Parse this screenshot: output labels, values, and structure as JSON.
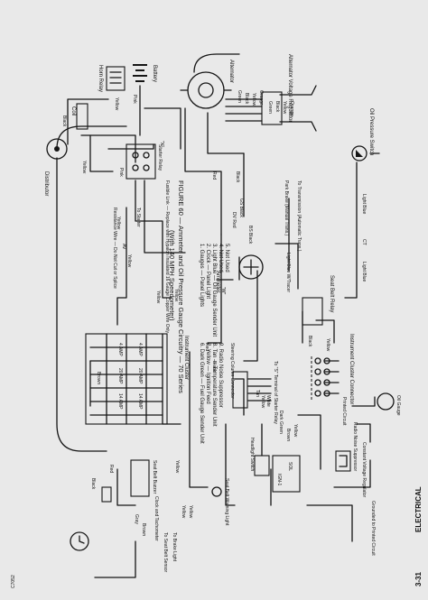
{
  "header": {
    "page_number": "3-31",
    "section": "ELECTRICAL"
  },
  "figure": {
    "title": "FIGURE 60 — Ammeter and Oil Pressure Gauge Circuitry — 70 Series",
    "subtitle": "(With 140 MPH Speedometer)"
  },
  "legend": [
    "1. Gauges — Panel Lights",
    "2. Clock — Panel Light",
    "3. Light Blue — Oil Gauge Sender Unit",
    "4. Not Used",
    "5. Not Used",
    "6. Dark Green — Fuel Gauge Sender Unit",
    "7. Yellow — Ignition Feed",
    "8. Tan — Temperature Sender Unit",
    "9. Radio Noise Suppressor"
  ],
  "components": {
    "distributor": "Distributor",
    "coil": "Coil",
    "horn_relay": "Horn Relay",
    "battery": "Battery",
    "starter_relay": "Starter Relay",
    "alternator": "Alternator",
    "regulator": "Alternator Voltage Regulator",
    "oil_switch": "Oil Pressure Switch",
    "fusible_link": "Fusible Link — Replace with Hypalon Insulated 16 Gauge Copper Wire Only",
    "to_starter": "To Starter",
    "resistance_wire": "Resistance Wire — Do Not Cut or Splice",
    "to_transmission": "To Transmission (Automatic Trans.)",
    "park_brake": "Park Brake (Manual Trans.)",
    "ammeter": "Ammeter",
    "seat_belt_relay": "Seat Belt Relay",
    "light_blue_tracer": "Light Blue W/Tracer",
    "steering_connector": "Steering Column Connector",
    "to_s_terminal": "To \"S\" Terminal of Starter Relay",
    "headlight_switch": "Headlight Switch",
    "instrument_cluster": "Instrument Cluster",
    "cluster_connector": "Instrument Cluster Connector",
    "printed_circuit": "Printed Circuit",
    "oil_gauge": "Oil Gauge",
    "radio_noise": "Radio Noise Suppressor",
    "cv_regulator": "Constant Voltage Regulator",
    "grounded": "Grounded to Printed Circuit",
    "ign1": "IGN-1",
    "sol": "SOL",
    "seat_belt_buzzer": "Seat Belt Buzzer",
    "seat_belt_warning": "Seat Belt Warning Light",
    "brake_light": "To Brake Light",
    "seat_belt_sensor": "To Seat Belt Sensor",
    "clock": "Clock and Tachometer",
    "code": "C7052"
  },
  "fuses": [
    "4 AMP",
    "20 AMP",
    "14 AMP",
    "4 AMP",
    "20 AMP",
    "14 AMP"
  ],
  "wire_labels": {
    "black": "Black",
    "yellow": "Yellow",
    "pink": "Pink",
    "red": "Red",
    "green": "Green",
    "orange": "Orange",
    "light_blue": "Light Blue",
    "ct": "CT",
    "brown": "Brown",
    "gray": "Gray",
    "white": "White",
    "tan": "Tan",
    "dark_green": "Dark Green",
    "dv_red": "DV Red",
    "gs_black": "GS Black",
    "bs_black": "BS Black",
    "av": "AV",
    "x": "\"X\"",
    "w": "\"W\""
  }
}
